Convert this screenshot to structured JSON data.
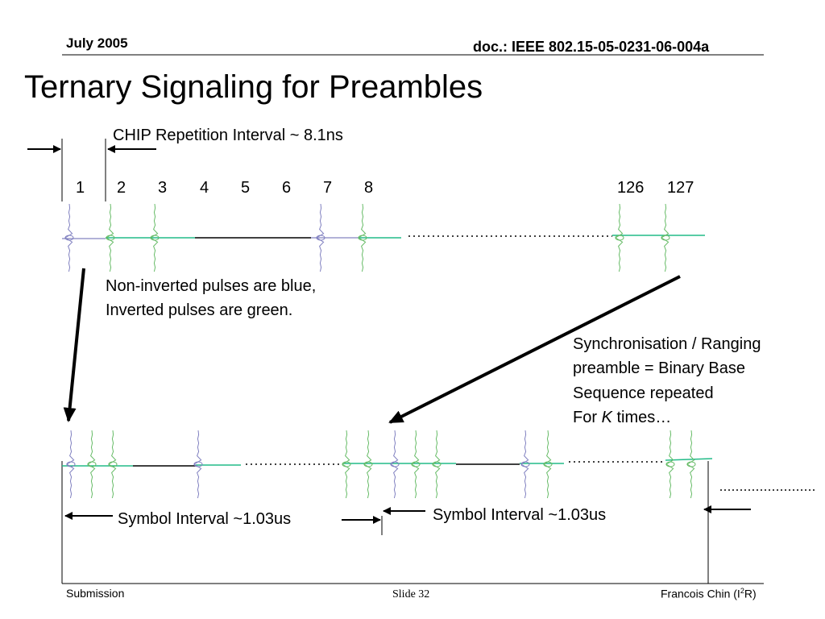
{
  "header": {
    "date": "July 2005",
    "doc": "doc.: IEEE 802.15-05-0231-06-004a"
  },
  "title": "Ternary Signaling for Preambles",
  "chip_interval_label": "CHIP Repetition Interval ~ 8.1ns",
  "chip_numbers": [
    "1",
    "2",
    "3",
    "4",
    "5",
    "6",
    "7",
    "8",
    "126",
    "127"
  ],
  "legend": {
    "line1": "Non-inverted pulses are blue,",
    "line2": "Inverted pulses are green."
  },
  "sync_note": {
    "line1": "Synchronisation / Ranging",
    "line2": "preamble = Binary Base",
    "line3": "Sequence repeated",
    "line4_prefix": "For ",
    "line4_k": "K",
    "line4_suffix": " times…"
  },
  "symbol_interval_1": "Symbol Interval ~1.03us",
  "symbol_interval_2": "Symbol Interval ~1.03us",
  "footer": {
    "left": "Submission",
    "center": "Slide 32",
    "right_prefix": "Francois Chin (I",
    "right_sup": "2",
    "right_suffix": "R)"
  },
  "colors": {
    "non_inverted": "#8080c0",
    "inverted": "#66bb66",
    "green_line": "#22bb88"
  }
}
